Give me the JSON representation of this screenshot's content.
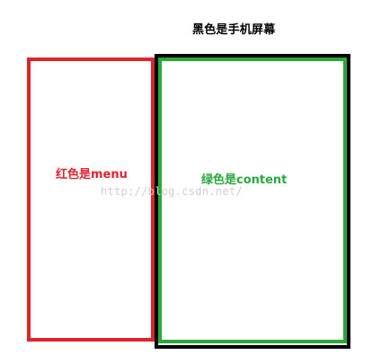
{
  "diagram": {
    "screen_title": "黑色是手机屏幕",
    "menu_label": "红色是menu",
    "content_label": "绿色是content",
    "watermark": "http://blog.csdn.net/"
  },
  "colors": {
    "menu": "#e0242d",
    "content": "#29a83c",
    "screen": "#000000",
    "watermark": "#cfcfcf"
  }
}
